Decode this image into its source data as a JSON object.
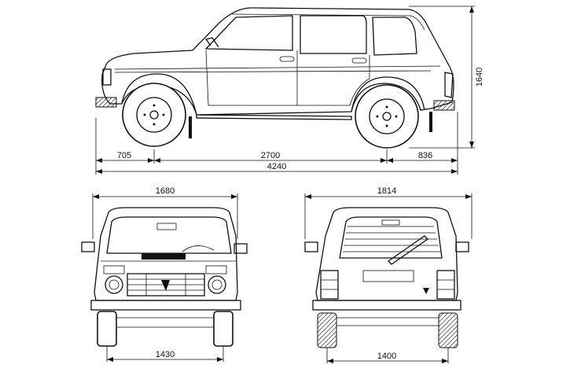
{
  "dimensions": {
    "front_overhang": "705",
    "wheelbase": "2700",
    "rear_overhang": "836",
    "overall_length": "4240",
    "height": "1640",
    "front_width": "1680",
    "front_track": "1430",
    "rear_width": "1814",
    "rear_track": "1400"
  },
  "colors": {
    "line": "#111111",
    "background": "#ffffff"
  }
}
